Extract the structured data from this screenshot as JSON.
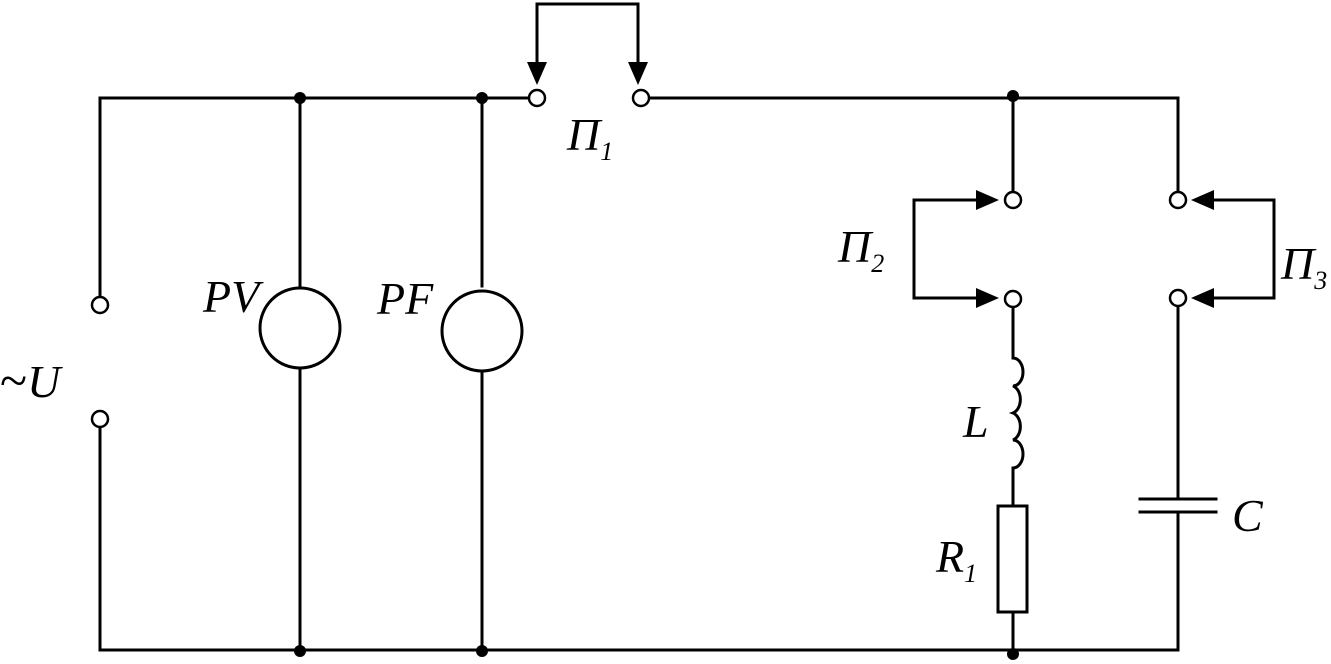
{
  "source": {
    "tilde": "~",
    "label": "U"
  },
  "meters": {
    "voltmeter": "PV",
    "frequency_meter": "PF"
  },
  "switches": {
    "p1": {
      "letter": "П",
      "index": "1"
    },
    "p2": {
      "letter": "П",
      "index": "2"
    },
    "p3": {
      "letter": "П",
      "index": "3"
    }
  },
  "components": {
    "inductor": "L",
    "resistor": "R",
    "resistor_index": "1",
    "capacitor": "C"
  }
}
